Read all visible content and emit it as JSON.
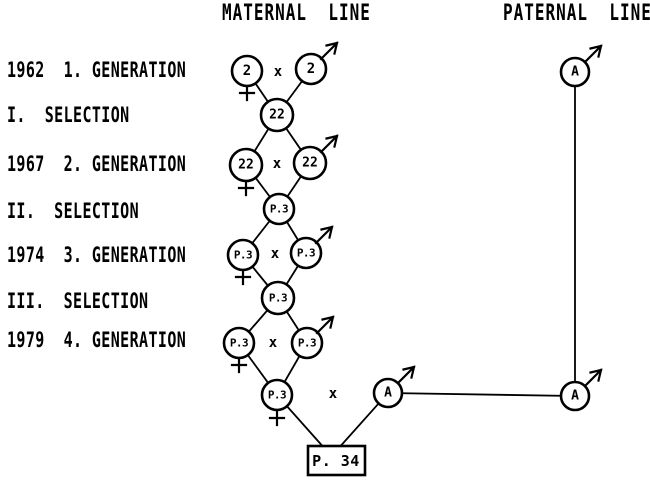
{
  "headers": {
    "maternal": "MATERNAL  LINE",
    "paternal": "PATERNAL  LINE"
  },
  "timeline": [
    {
      "text": "1962  1. GENERATION"
    },
    {
      "text": "I.  SELECTION"
    },
    {
      "text": "1967  2. GENERATION"
    },
    {
      "text": "II.  SELECTION"
    },
    {
      "text": "1974  3. GENERATION"
    },
    {
      "text": "III.  SELECTION"
    },
    {
      "text": "1979  4. GENERATION"
    }
  ],
  "maternal": {
    "gen1": {
      "female": "2",
      "cross": "x",
      "male": "2"
    },
    "sel1_offspring": "22",
    "gen2": {
      "female": "22",
      "cross": "x",
      "male": "22"
    },
    "sel2_offspring": "P.3",
    "gen3": {
      "female": "P.3",
      "cross": "x",
      "male": "P.3"
    },
    "sel3_offspring": "P.3",
    "gen4": {
      "female": "P.3",
      "cross": "x",
      "male": "P.3"
    },
    "final_offspring": "P.3"
  },
  "final_cross": {
    "cross": "x",
    "paternal_male": "A"
  },
  "paternal": {
    "founder": "A",
    "descendant": "A"
  },
  "result": {
    "label": "P. 34"
  },
  "symbols": {
    "female": "♀",
    "male": "♂"
  },
  "colors": {
    "ink": "#000000",
    "background": "#ffffff"
  }
}
